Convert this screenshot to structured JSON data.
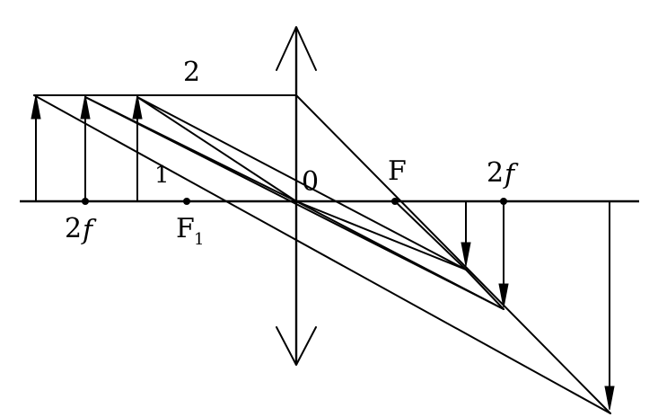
{
  "diagram": {
    "labels": {
      "ray_top": "2",
      "ray_mid": "1",
      "center": "0",
      "focus_right": "F",
      "focus_left_main": "F",
      "focus_left_sub": "1",
      "two_f_left_num": "2",
      "two_f_left_var": "f",
      "two_f_right_num": "2",
      "two_f_right_var": "f"
    }
  }
}
